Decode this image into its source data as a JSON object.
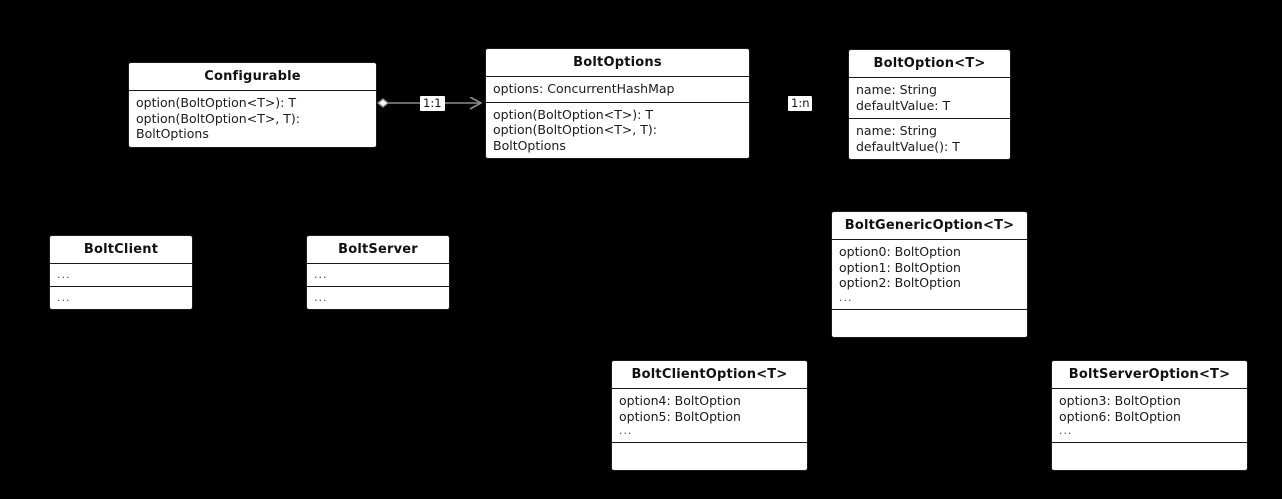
{
  "diagram": {
    "title": "Bolt configuration options UML class diagram",
    "background_color": "#000000",
    "box_fill_color": "#ffffff",
    "line_color": "#8c8c8c",
    "text_color": "#111111"
  },
  "classes": {
    "configurable": {
      "name": "Configurable",
      "attributes": [],
      "methods": [
        "option(BoltOption<T>): T",
        "option(BoltOption<T>, T):",
        "BoltOptions"
      ]
    },
    "bolt_options": {
      "name": "BoltOptions",
      "attributes": [
        "options: ConcurrentHashMap"
      ],
      "methods": [
        "option(BoltOption<T>): T",
        "option(BoltOption<T>, T):",
        "BoltOptions"
      ]
    },
    "bolt_option": {
      "name": "BoltOption<T>",
      "attributes": [
        "name: String",
        "defaultValue: T"
      ],
      "methods": [
        "name: String",
        "defaultValue(): T"
      ]
    },
    "bolt_client": {
      "name": "BoltClient",
      "attributes": [
        "..."
      ],
      "methods": [
        "..."
      ]
    },
    "bolt_server": {
      "name": "BoltServer",
      "attributes": [
        "..."
      ],
      "methods": [
        "..."
      ]
    },
    "bolt_generic_option": {
      "name": "BoltGenericOption<T>",
      "attributes": [
        "option0: BoltOption",
        "option1: BoltOption",
        "option2: BoltOption",
        "..."
      ],
      "methods": []
    },
    "bolt_client_option": {
      "name": "BoltClientOption<T>",
      "attributes": [
        "option4: BoltOption",
        "option5: BoltOption",
        "..."
      ],
      "methods": []
    },
    "bolt_server_option": {
      "name": "BoltServerOption<T>",
      "attributes": [
        "option3: BoltOption",
        "option6: BoltOption",
        "..."
      ],
      "methods": []
    }
  },
  "relations": {
    "configurable_to_boltoptions": {
      "type": "aggregation",
      "label": "1:1",
      "from": "Configurable",
      "to": "BoltOptions"
    },
    "boltoptions_to_boltoption": {
      "type": "aggregation",
      "label": "1:n",
      "from": "BoltOptions",
      "to": "BoltOption<T>"
    },
    "boltclient_realizes": {
      "type": "realization",
      "from": "BoltClient",
      "to": "Configurable"
    },
    "boltserver_realizes": {
      "type": "realization",
      "from": "BoltServer",
      "to": "Configurable"
    },
    "generic_extends_option": {
      "type": "generalization",
      "from": "BoltGenericOption<T>",
      "to": "BoltOption<T>"
    },
    "clientoption_extends_generic": {
      "type": "generalization",
      "from": "BoltClientOption<T>",
      "to": "BoltGenericOption<T>"
    },
    "serveroption_extends_generic": {
      "type": "generalization",
      "from": "BoltServerOption<T>",
      "to": "BoltGenericOption<T>"
    }
  }
}
